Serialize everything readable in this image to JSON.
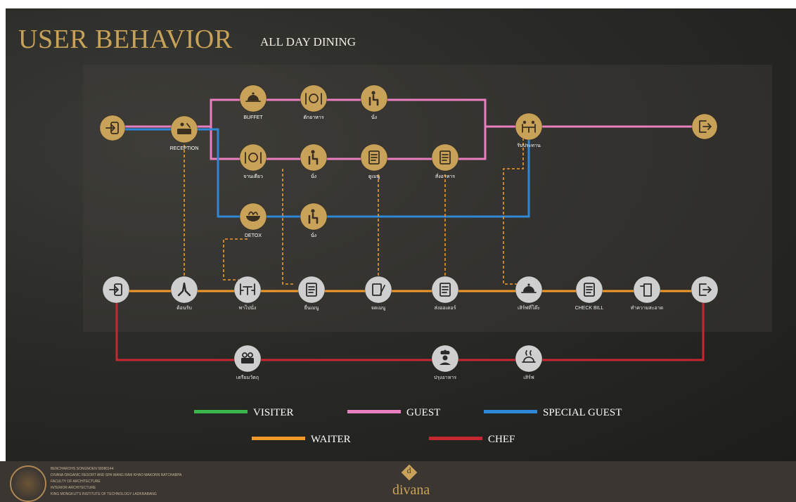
{
  "header": {
    "title": "USER BEHAVIOR",
    "subtitle": "ALL DAY DINING"
  },
  "colors": {
    "visiter": "#3cb54a",
    "guest": "#e97fc0",
    "special_guest": "#2f87d8",
    "waiter": "#f19a2a",
    "chef": "#c62832",
    "gold": "#c9a25a",
    "silver": "#cfcfcf"
  },
  "guest_flow": {
    "entry_icon": "entry-icon",
    "exit_icon": "exit-icon",
    "nodes": [
      {
        "id": "reception",
        "label": "RECEPTION",
        "icon": "reception-desk-icon"
      },
      {
        "id": "buffet",
        "label": "BUFFET",
        "icon": "cloche-icon"
      },
      {
        "id": "take-food",
        "label": "ตักอาหาร",
        "icon": "plate-cutlery-icon"
      },
      {
        "id": "sit-1",
        "label": "นั่ง",
        "icon": "seated-person-icon"
      },
      {
        "id": "single-dish",
        "label": "จานเดียว",
        "icon": "plate-cutlery-icon"
      },
      {
        "id": "sit-2",
        "label": "นั่ง",
        "icon": "seated-person-icon"
      },
      {
        "id": "view-menu",
        "label": "ดูเมนู",
        "icon": "menu-board-icon"
      },
      {
        "id": "order-food",
        "label": "สั่งอาหาร",
        "icon": "menu-book-icon"
      },
      {
        "id": "dine",
        "label": "รับประทาน",
        "icon": "dining-people-icon"
      },
      {
        "id": "detox",
        "label": "DETOX",
        "icon": "salad-bowl-icon"
      },
      {
        "id": "sit-3",
        "label": "นั่ง",
        "icon": "seated-person-icon"
      }
    ]
  },
  "staff_flow": {
    "nodes": [
      {
        "id": "s-entry",
        "label": "",
        "icon": "entry-icon"
      },
      {
        "id": "welcome",
        "label": "ต้อนรับ",
        "icon": "wai-greeting-icon"
      },
      {
        "id": "to-seat",
        "label": "พาไปนั่ง",
        "icon": "table-chairs-icon"
      },
      {
        "id": "serve-menu",
        "label": "ยื่นเมนู",
        "icon": "menu-card-icon"
      },
      {
        "id": "note-menu",
        "label": "จดเมนู",
        "icon": "notepad-icon"
      },
      {
        "id": "send-order",
        "label": "ส่งออเดอร์",
        "icon": "order-sheet-icon"
      },
      {
        "id": "serve-food",
        "label": "เสิร์ฟที่โต๊ะ",
        "icon": "cloche-icon"
      },
      {
        "id": "check-bill",
        "label": "CHECK BILL",
        "icon": "bill-icon"
      },
      {
        "id": "cleaning",
        "label": "ทำความสะอาด",
        "icon": "spray-clean-icon"
      },
      {
        "id": "s-exit",
        "label": "",
        "icon": "exit-icon"
      }
    ]
  },
  "chef_flow": {
    "nodes": [
      {
        "id": "prep",
        "label": "เตรียมวัตถุ",
        "icon": "ingredients-icon"
      },
      {
        "id": "cook",
        "label": "ปรุงอาหาร",
        "icon": "chef-icon"
      },
      {
        "id": "serve",
        "label": "เสิร์ฟ",
        "icon": "hot-dish-icon"
      }
    ]
  },
  "legend": [
    {
      "label": "VISITER",
      "color": "#3cb54a"
    },
    {
      "label": "GUEST",
      "color": "#e97fc0"
    },
    {
      "label": "SPECIAL GUEST",
      "color": "#2f87d8"
    },
    {
      "label": "WAITER",
      "color": "#f19a2a"
    },
    {
      "label": "CHEF",
      "color": "#c62832"
    }
  ],
  "footer": {
    "lines": [
      "BENCHAROHS  SONGNOEN  58080144",
      "DIVANA ORGANIC RESORT AND SPA WANG RAM KHAO MAKORN RATCHABPA",
      "FACULTY OF ARCHITECTURE",
      "INTERIOR ARCHITECTURE",
      "KING MONGKUT'S INSTITUTE OF TECHNOLOGY LADKRABANG"
    ],
    "brand_mark": "d",
    "brand": "divana"
  }
}
